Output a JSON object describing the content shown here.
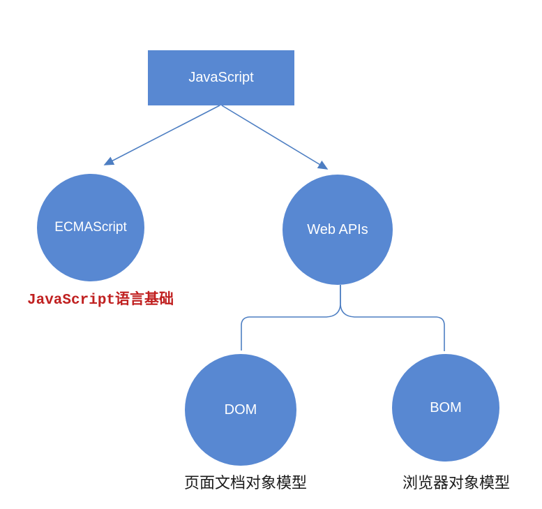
{
  "diagram": {
    "nodes": {
      "root": {
        "label": "JavaScript",
        "shape": "rectangle"
      },
      "ecmascript": {
        "label": "ECMAScript",
        "shape": "circle"
      },
      "webapis": {
        "label": "Web APIs",
        "shape": "circle"
      },
      "dom": {
        "label": "DOM",
        "shape": "circle"
      },
      "bom": {
        "label": "BOM",
        "shape": "circle"
      }
    },
    "captions": {
      "ecmascript_note": "JavaScript语言基础",
      "dom_note": "页面文档对象模型",
      "bom_note": "浏览器对象模型"
    },
    "edges": [
      {
        "from": "root",
        "to": "ecmascript",
        "style": "arrow"
      },
      {
        "from": "root",
        "to": "webapis",
        "style": "arrow"
      },
      {
        "from": "webapis",
        "to": "dom",
        "style": "bracket"
      },
      {
        "from": "webapis",
        "to": "bom",
        "style": "bracket"
      }
    ],
    "colors": {
      "shape_fill": "#5888D2",
      "line_stroke": "#4D7EC2",
      "shape_text": "#FFFFFF",
      "note_red": "#C02020",
      "note_black": "#1A1A1A",
      "background": "#FFFFFF"
    }
  }
}
